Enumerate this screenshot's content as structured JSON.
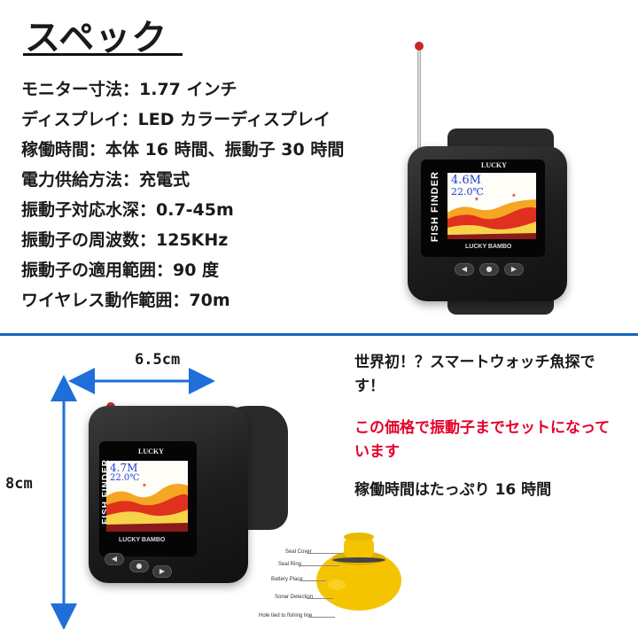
{
  "heading": "スペック",
  "specs": [
    "モニター寸法：1.77 インチ",
    "ディスプレイ：LED カラーディスプレイ",
    "稼働時間：本体 16 時間、振動子 30 時間",
    "電力供給方法：充電式",
    "振動子対応水深：0.7-45m",
    "振動子の周波数：125KHz",
    "振動子の適用範囲：90 度",
    "ワイヤレス動作範囲：70m"
  ],
  "dimensions": {
    "width": "6.5cm",
    "height": "8cm"
  },
  "device": {
    "screen_label": "FISH FINDER",
    "brand_top": "LUCKY",
    "brand_bottom": "LUCKY BAMBO",
    "depth_top": "4.6M",
    "temp_top": "22.0℃",
    "depth_bottom": "4.7M",
    "temp_bottom": "22.0℃"
  },
  "promo": {
    "line1": "世界初！？スマートウォッチ魚探です！",
    "line2": "この価格で振動子までセットになっています",
    "line3": "稼働時間はたっぷり 16 時間"
  },
  "sensor_callouts": [
    "Seal Cover",
    "Seal Ring",
    "Battery Place",
    "Sonar Detection",
    "Hole tied to fishing line"
  ],
  "colors": {
    "accent_red": "#e5002a",
    "divider_blue": "#1565c0",
    "dimension_blue": "#1e6fd9",
    "sensor_yellow": "#f5c400"
  }
}
